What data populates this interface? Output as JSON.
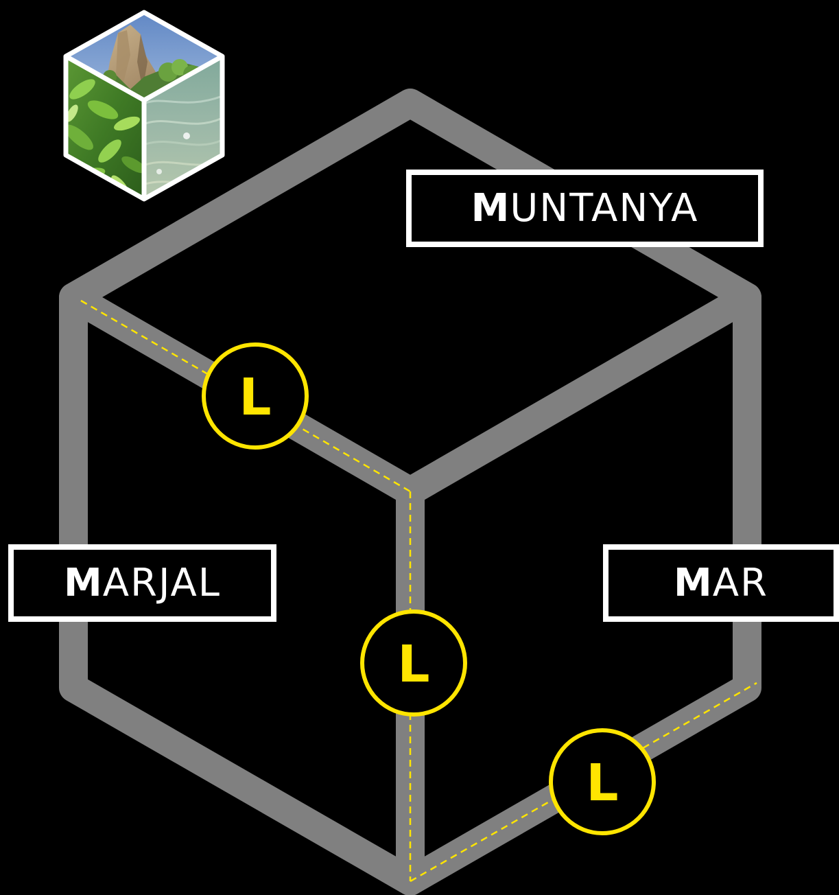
{
  "labels": {
    "muntanya": {
      "initial": "M",
      "rest": "UNTANYA"
    },
    "marjal": {
      "initial": "M",
      "rest": "ARJAL"
    },
    "mar": {
      "initial": "M",
      "rest": "AR"
    }
  },
  "markers": {
    "link_1": "L",
    "link_2": "L",
    "link_3": "L"
  },
  "logo": {
    "faces": {
      "top": "mountain-cliff-photo",
      "left": "green-foliage-photo",
      "right": "sea-water-photo"
    }
  },
  "colors": {
    "background": "#000000",
    "cube_edges": "#808080",
    "accent": "#FFE500",
    "label_border": "#FFFFFF",
    "label_text": "#FFFFFF"
  }
}
